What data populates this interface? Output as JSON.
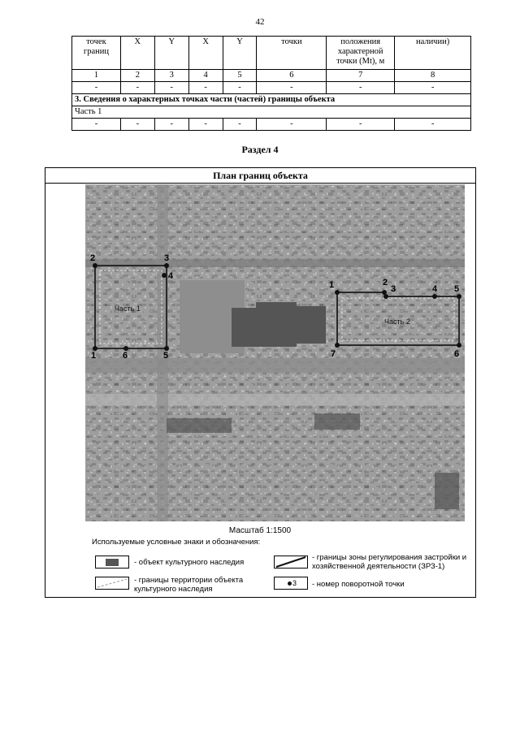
{
  "page_number": "42",
  "table": {
    "header_row": [
      "точек границ",
      "X",
      "Y",
      "X",
      "Y",
      "точки",
      "положения характерной точки (Mt), м",
      "наличии)"
    ],
    "number_row": [
      "1",
      "2",
      "3",
      "4",
      "5",
      "6",
      "7",
      "8"
    ],
    "dash_row": [
      "-",
      "-",
      "-",
      "-",
      "-",
      "-",
      "-",
      "-"
    ],
    "section3_title": "3. Сведения о характерных точках части (частей) границы объекта",
    "part_label": "Часть 1",
    "dash_row_2": [
      "-",
      "-",
      "-",
      "-",
      "-",
      "-",
      "-",
      "-"
    ]
  },
  "section_title": "Раздел 4",
  "plan": {
    "title": "План границ объекта",
    "points_left": [
      "2",
      "3",
      "4",
      "1",
      "6",
      "5"
    ],
    "part1_label": "Часть 1",
    "points_right": [
      "1",
      "2",
      "3",
      "4",
      "5",
      "7",
      "6"
    ],
    "part2_label": "Часть 2"
  },
  "scale": "Масштаб 1:1500",
  "legend": {
    "heading": "Используемые условные знаки и обозначения:",
    "heritage_object": "- объект культурного наследия",
    "zone_boundary": "- границы зоны регулирования застройки и хозяйственной деятельности (ЗРЗ-1)",
    "territory_boundary": "- границы территории объекта культурного наследия",
    "turning_point": "- номер поворотной точки",
    "turning_point_sample": "3"
  }
}
